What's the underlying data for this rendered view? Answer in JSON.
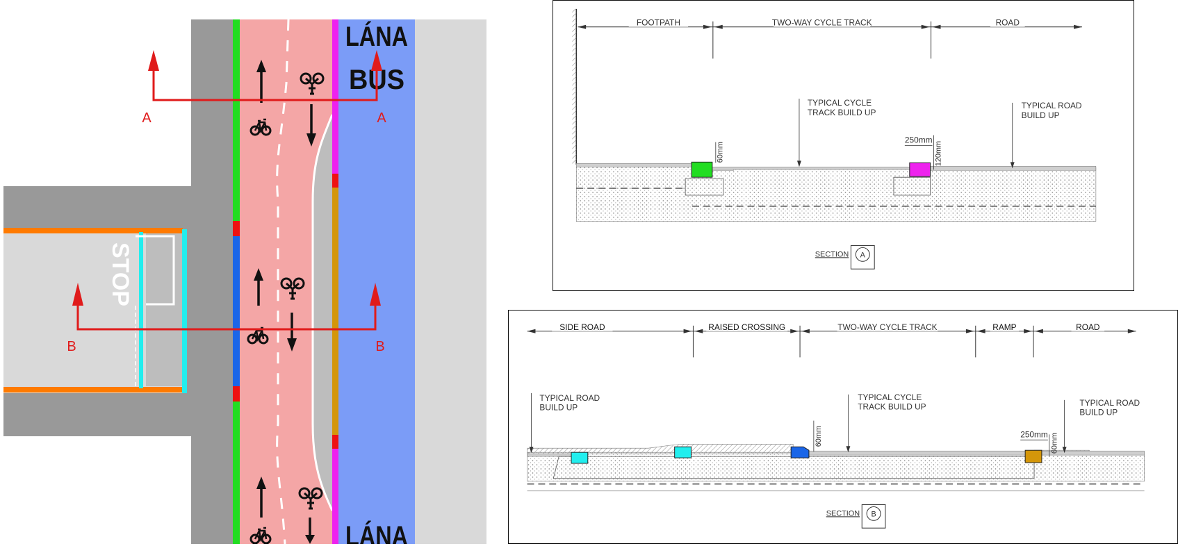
{
  "plan": {
    "bus_lane_top": [
      "LÁNA",
      "BUS"
    ],
    "bus_lane_bottom": "LÁNA",
    "stop_marking": "STOP",
    "section_a_left": "A",
    "section_a_right": "A",
    "section_b_left": "B",
    "section_b_right": "B"
  },
  "section_a": {
    "dimensions": [
      "FOOTPATH",
      "TWO-WAY CYCLE TRACK",
      "ROAD"
    ],
    "callouts": [
      [
        "TYPICAL CYCLE",
        "TRACK BUILD UP"
      ],
      [
        "TYPICAL ROAD",
        "BUILD UP"
      ]
    ],
    "measurements": [
      "60mm",
      "250mm",
      "120mm"
    ],
    "section_label": "SECTION",
    "section_letter": "A"
  },
  "section_b": {
    "dimensions": [
      "SIDE ROAD",
      "RAISED CROSSING",
      "TWO-WAY CYCLE TRACK",
      "RAMP",
      "ROAD"
    ],
    "callouts": [
      [
        "TYPICAL ROAD",
        "BUILD UP"
      ],
      [
        "TYPICAL CYCLE",
        "TRACK BUILD UP"
      ],
      [
        "TYPICAL ROAD",
        "BUILD UP"
      ]
    ],
    "measurements": [
      "60mm",
      "250mm",
      "60mm"
    ],
    "section_label": "SECTION",
    "section_letter": "B"
  },
  "colors": {
    "footpath_grey": "#999999",
    "cycle_track": "#f4a6a6",
    "bus_lane": "#7b9cf7",
    "verge": "#d9d9d9",
    "green_kerb": "#22dd22",
    "magenta_kerb": "#ee22ee",
    "blue_kerb": "#1b66e8",
    "cyan_kerb": "#22eeee",
    "gold_kerb": "#d4960a",
    "red_marker": "#ee1111",
    "orange_line": "#ff7a00",
    "section_arrow": "#e01b1b"
  }
}
